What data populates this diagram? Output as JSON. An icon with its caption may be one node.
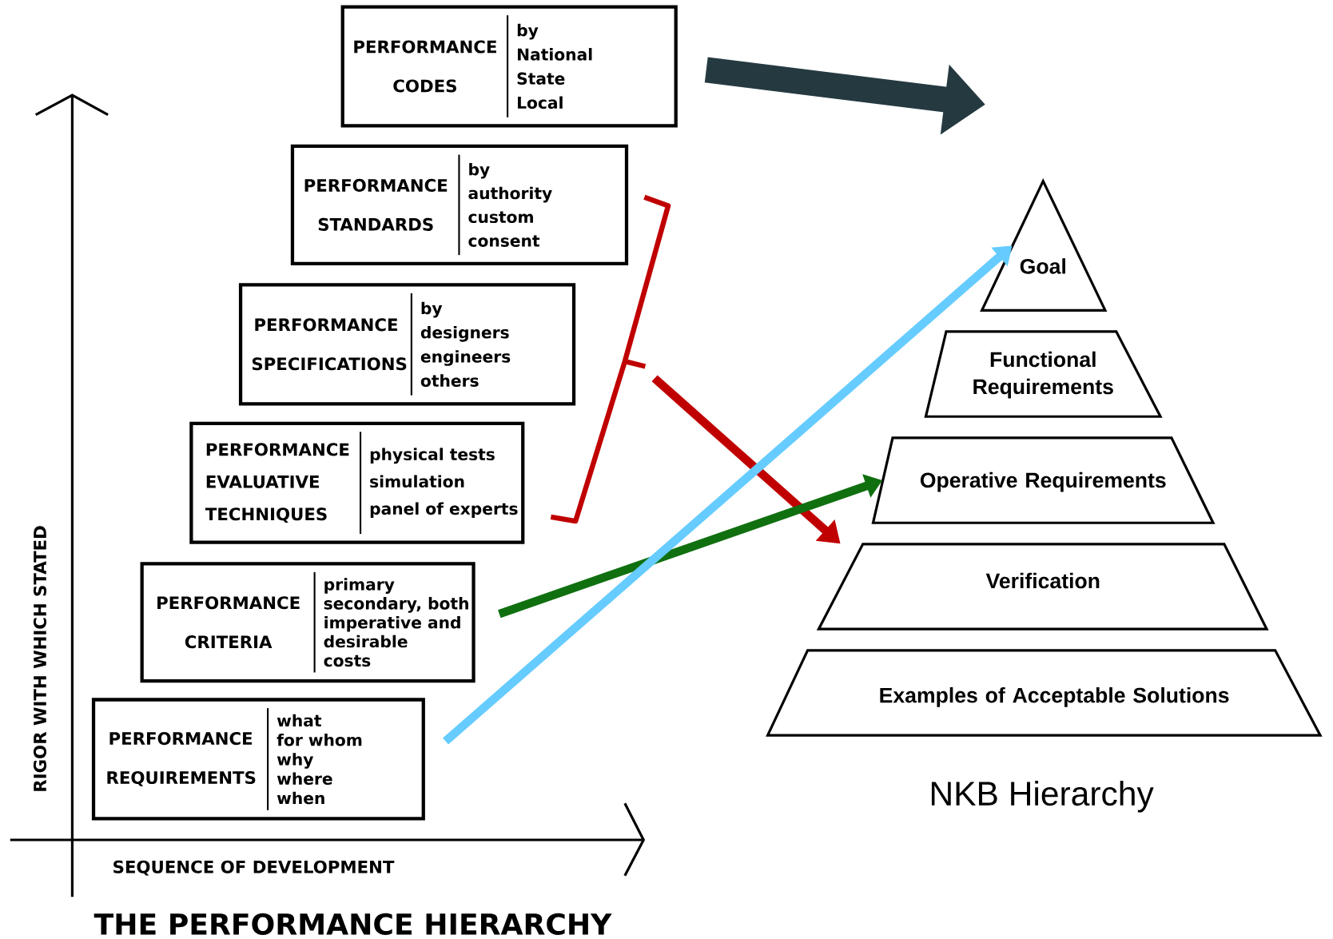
{
  "diagram": {
    "caption": "THE PERFORMANCE HIERARCHY",
    "nodes": [
      {
        "text": [
          "PERFORMANCE CODES",
          "by",
          "National",
          "State",
          "Local"
        ]
      },
      {
        "text": [
          "PERFORMANCE STANDARDS",
          "by",
          "authority",
          "custom",
          "consent"
        ]
      },
      {
        "text": [
          "PERFORMANCE SPECIFICATIONS",
          "by",
          "designers",
          "engineers",
          "others"
        ]
      },
      {
        "text": [
          "PERFORMANCE EVALUATIVE TECHNIQUES",
          "physical tests",
          "simulation",
          "panel of experts"
        ]
      },
      {
        "text": [
          "PERFORMANCE CRITERIA",
          "primary",
          "secondary, both",
          "imperative and",
          "desirable",
          "costs"
        ]
      },
      {
        "text": [
          "PERFORMANCE REQUIREMENTS",
          "what",
          "for whom",
          "why",
          "where",
          "when"
        ]
      },
      {
        "text": [
          "Goal"
        ]
      },
      {
        "text": [
          "Functional Requirements"
        ]
      },
      {
        "text": [
          "Operative Requirements"
        ]
      },
      {
        "text": [
          "Verification"
        ]
      },
      {
        "text": [
          "Examples of Acceptable Solutions"
        ]
      }
    ],
    "edges": [
      {
        "from": 0,
        "to": null,
        "arrow": "to",
        "style": "thick",
        "color": "#253a40"
      },
      {
        "from": null,
        "to": 9,
        "arrow": "to",
        "color": "#c00000"
      },
      {
        "from": 4,
        "to": 8,
        "arrow": "to",
        "color": "#107010"
      },
      {
        "from": 5,
        "to": 6,
        "arrow": "to",
        "color": "#66ccff"
      }
    ],
    "labels": [
      "RIGOR WITH WHICH STATED",
      "SEQUENCE OF DEVELOPMENT",
      "NKB Hierarchy"
    ]
  }
}
